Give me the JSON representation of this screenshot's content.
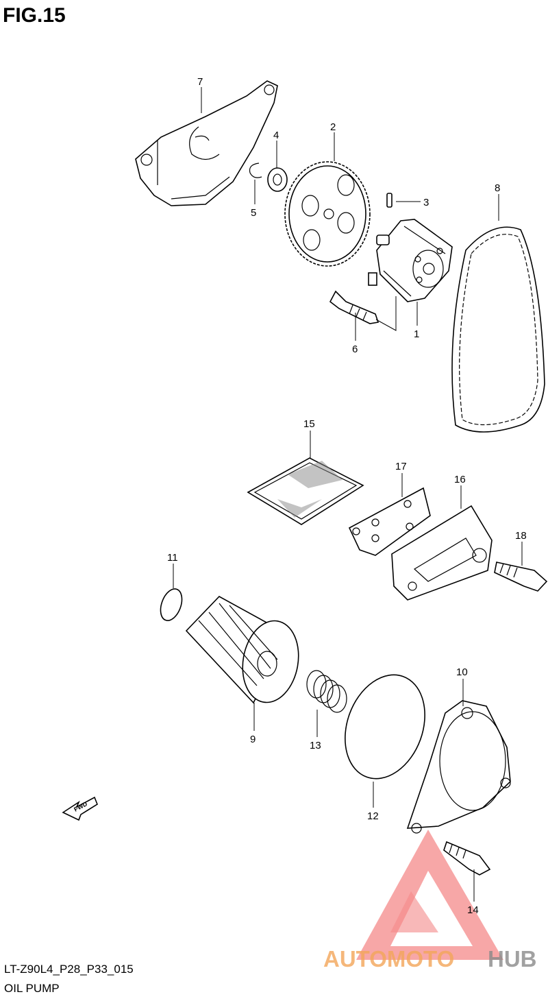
{
  "title": "FIG.15",
  "footer": {
    "code": "LT-Z90L4_P28_P33_015",
    "name": "OIL PUMP"
  },
  "fwd_label": "FWD",
  "watermark": {
    "part1": "AUTOMOTO",
    "part2": "HUB",
    "colors": {
      "orange": "#f3a65a",
      "red": "#ec2a2a",
      "gray": "#8a8a8a"
    }
  },
  "callouts": [
    "1",
    "2",
    "3",
    "4",
    "5",
    "6",
    "7",
    "8",
    "9",
    "10",
    "11",
    "12",
    "13",
    "14",
    "15",
    "16",
    "17",
    "18"
  ]
}
